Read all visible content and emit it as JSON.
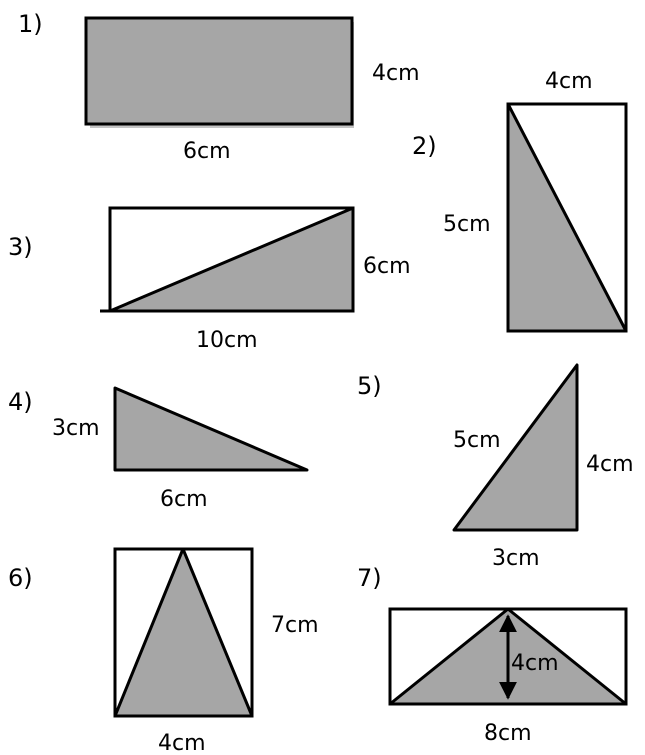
{
  "colors": {
    "shade": "#a6a6a6",
    "stroke": "#000000",
    "background": "#ffffff"
  },
  "problems": [
    {
      "number": "1)",
      "shape": "shaded rectangle",
      "labels": {
        "height": "4cm",
        "width": "6cm"
      }
    },
    {
      "number": "2)",
      "shape": "rectangle split by a diagonal, lower-left triangle shaded",
      "labels": {
        "top": "4cm",
        "side": "5cm"
      }
    },
    {
      "number": "3)",
      "shape": "rectangle split by a diagonal, lower-right triangle shaded",
      "labels": {
        "side": "6cm",
        "bottom": "10cm"
      }
    },
    {
      "number": "4)",
      "shape": "shaded right triangle",
      "labels": {
        "side": "3cm",
        "bottom": "6cm"
      }
    },
    {
      "number": "5)",
      "shape": "shaded right triangle",
      "labels": {
        "hypotenuse": "5cm",
        "side": "4cm",
        "bottom": "3cm"
      }
    },
    {
      "number": "6)",
      "shape": "rectangle with inscribed shaded isosceles triangle",
      "labels": {
        "side": "7cm",
        "bottom": "4cm"
      }
    },
    {
      "number": "7)",
      "shape": "rectangle with inscribed shaded triangle and height arrow",
      "labels": {
        "height": "4cm",
        "bottom": "8cm"
      }
    }
  ]
}
